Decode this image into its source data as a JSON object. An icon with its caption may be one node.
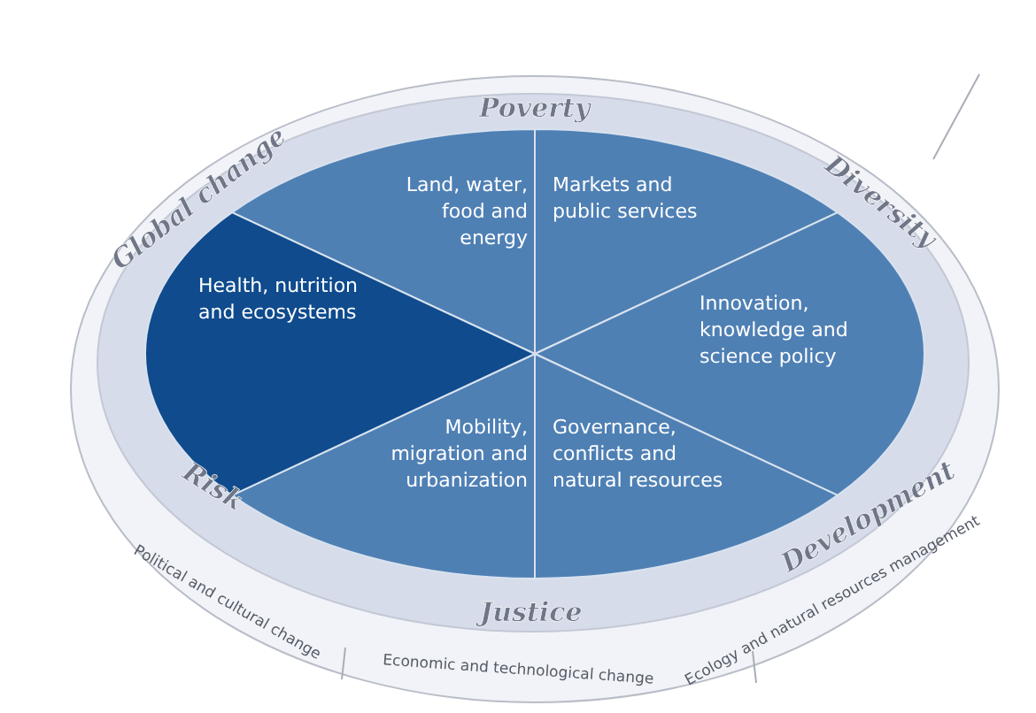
{
  "diagram": {
    "nodes": [
      {
        "text": [
          "Land, water, food and energy"
        ]
      },
      {
        "text": [
          "Markets and public services"
        ]
      },
      {
        "text": [
          "Innovation, knowledge and science policy"
        ]
      },
      {
        "text": [
          "Governance, conflicts and natural resources"
        ]
      },
      {
        "text": [
          "Mobility, migration and urbanization"
        ]
      },
      {
        "text": [
          "Health, nutrition and ecosystems"
        ]
      }
    ],
    "labels": [
      "Poverty",
      "Global change",
      "Diversity",
      "Risk",
      "Development",
      "Justice",
      "Political and cultural change",
      "Economic and technological change",
      "Ecology and natural resources management"
    ]
  }
}
